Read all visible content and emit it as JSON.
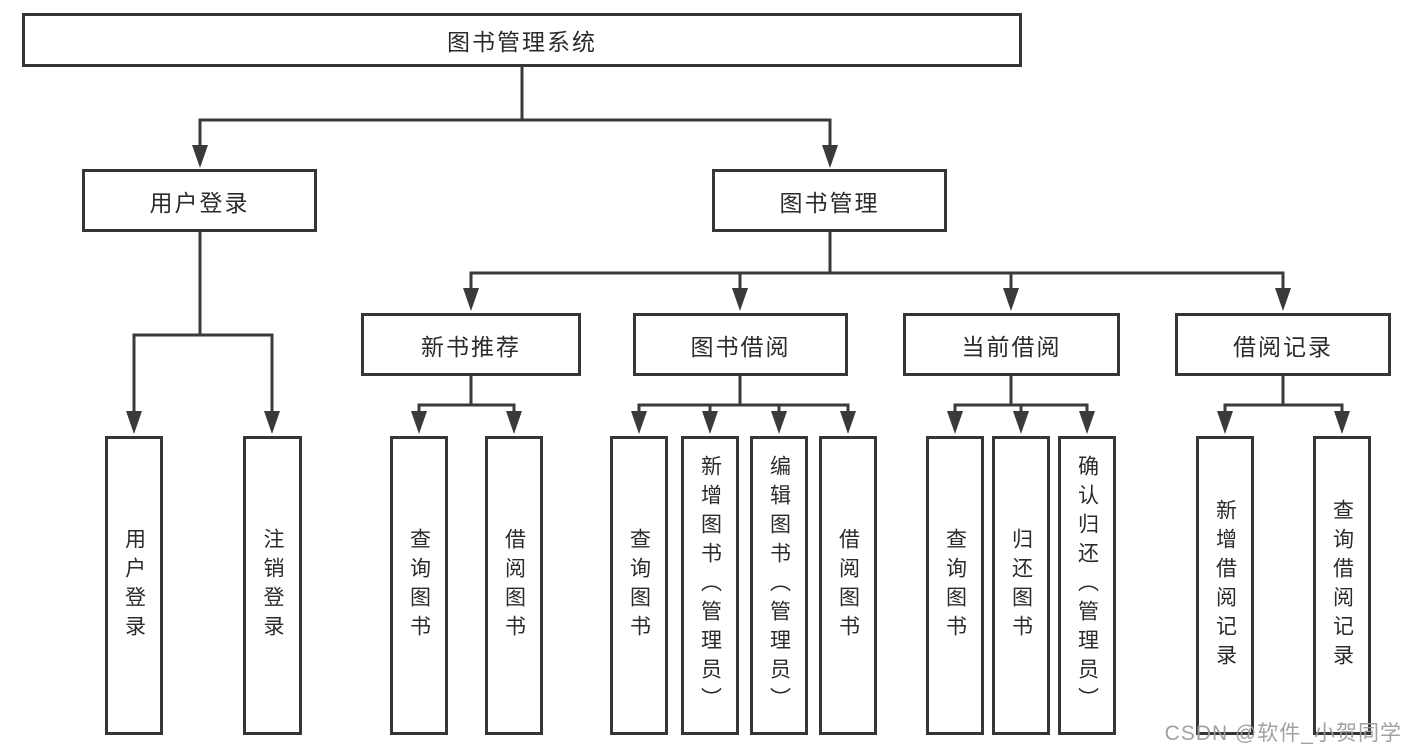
{
  "diagram": {
    "tree": {
      "label": "图书管理系统",
      "children": [
        {
          "label": "用户登录",
          "children": [
            {
              "label": "用户登录"
            },
            {
              "label": "注销登录"
            }
          ]
        },
        {
          "label": "图书管理",
          "children": [
            {
              "label": "新书推荐",
              "children": [
                {
                  "label": "查询图书"
                },
                {
                  "label": "借阅图书"
                }
              ]
            },
            {
              "label": "图书借阅",
              "children": [
                {
                  "label": "查询图书"
                },
                {
                  "label": "新增图书（管理员）"
                },
                {
                  "label": "编辑图书（管理员）"
                },
                {
                  "label": "借阅图书"
                }
              ]
            },
            {
              "label": "当前借阅",
              "children": [
                {
                  "label": "查询图书"
                },
                {
                  "label": "归还图书"
                },
                {
                  "label": "确认归还（管理员）"
                }
              ]
            },
            {
              "label": "借阅记录",
              "children": [
                {
                  "label": "新增借阅记录"
                },
                {
                  "label": "查询借阅记录"
                }
              ]
            }
          ]
        }
      ]
    },
    "watermark": "CSDN @软件_小贺同学",
    "colors": {
      "line": "#3a3a3a",
      "border": "#363636",
      "text": "#2b2b2b",
      "watermark": "#9c9c9c",
      "background": "#ffffff"
    }
  }
}
